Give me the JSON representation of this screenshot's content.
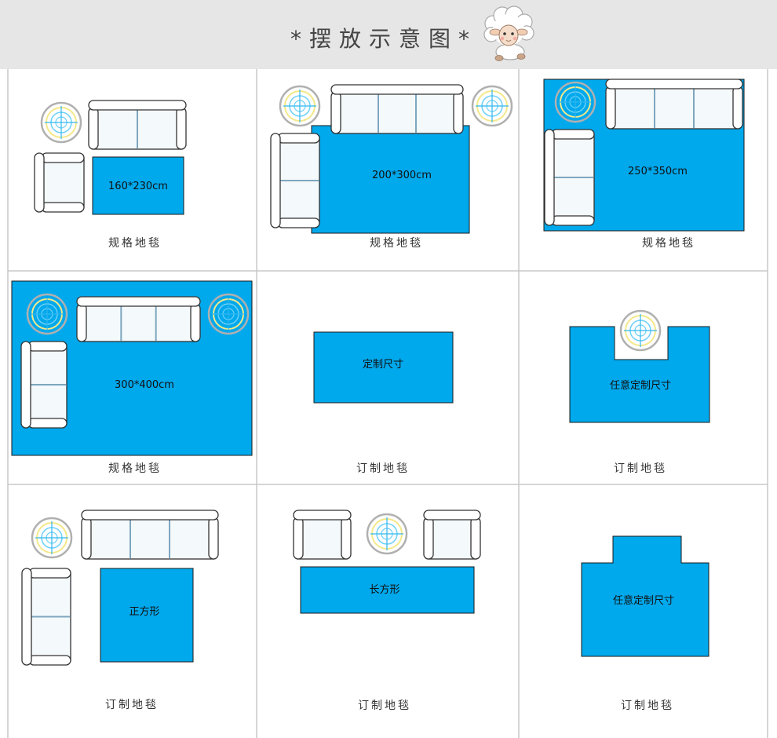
{
  "header": {
    "title": "*摆放示意图*"
  },
  "colors": {
    "rug": "#00a8ec",
    "header_bg": "#e6e6e6",
    "grid": "#c8c8c8"
  },
  "icons": {
    "mascot": "sheep-mascot-icon",
    "lamp": "side-table-lamp-icon",
    "sofa": "sofa-icon",
    "chair": "armchair-icon"
  },
  "cells": [
    {
      "label": "160*230cm",
      "caption": "规格地毯"
    },
    {
      "label": "200*300cm",
      "caption": "规格地毯"
    },
    {
      "label": "250*350cm",
      "caption": "规格地毯"
    },
    {
      "label": "300*400cm",
      "caption": "规格地毯"
    },
    {
      "label": "定制尺寸",
      "caption": "订制地毯"
    },
    {
      "label": "任意定制尺寸",
      "caption": "订制地毯"
    },
    {
      "label": "正方形",
      "caption": "订制地毯"
    },
    {
      "label": "长方形",
      "caption": "订制地毯"
    },
    {
      "label": "任意定制尺寸",
      "caption": "订制地毯"
    }
  ]
}
